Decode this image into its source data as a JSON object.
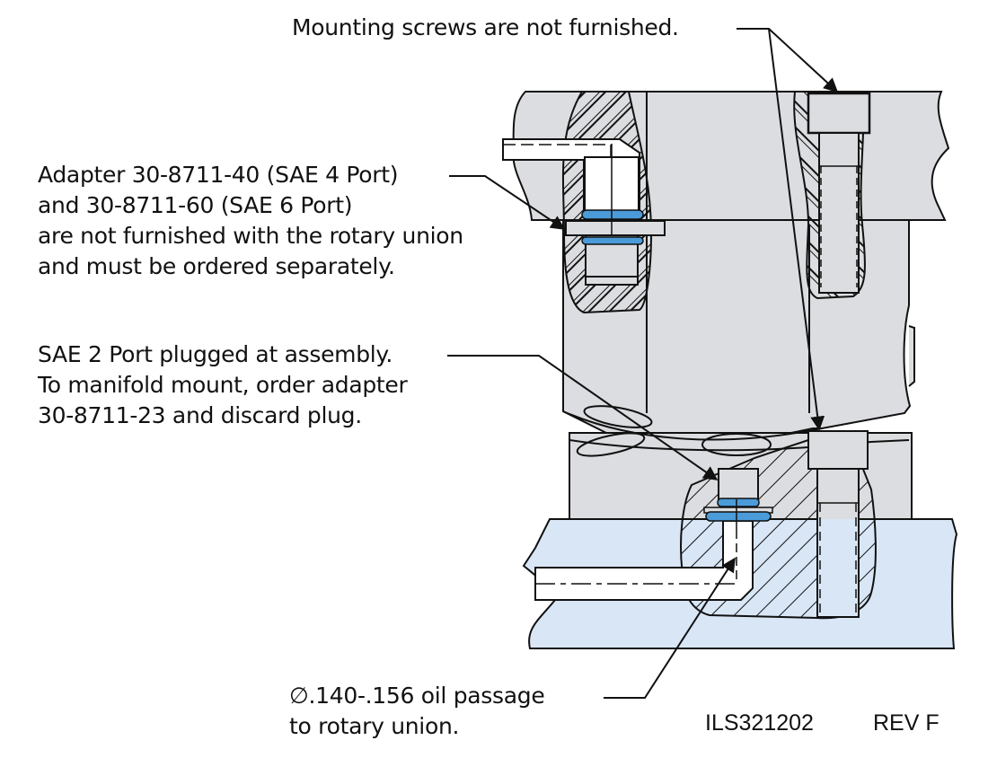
{
  "title": "Rotary union mounting detail",
  "colors": {
    "body_gray": "#dcdde0",
    "manifold_blue": "#d8e6f6",
    "oring_blue": "#4b9bd9",
    "line": "#111111",
    "passage": "#ffffff"
  },
  "callouts": {
    "mounting_screws": {
      "lines": [
        "Mounting screws are not furnished."
      ]
    },
    "adapter": {
      "lines": [
        "Adapter 30-8711-40 (SAE 4 Port)",
        "and 30-8711-60 (SAE 6 Port)",
        "are not furnished with the rotary union",
        "and must be ordered separately."
      ]
    },
    "sae2_port": {
      "lines": [
        "SAE 2 Port plugged at assembly.",
        "To manifold mount, order adapter",
        "30-8711-23 and discard plug."
      ]
    },
    "oil_passage": {
      "lines": [
        "∅.140-.156 oil passage",
        "to rotary union."
      ]
    }
  },
  "footer": {
    "drawing_number": "ILS321202",
    "revision": "REV F"
  },
  "parts": {
    "rotary_union_body": "rotary union body",
    "mounting_screw_top": "mounting screw",
    "mounting_screw_bottom": "mounting screw",
    "adapter_fitting": "adapter fitting",
    "sae2_plug": "SAE 2 port plug",
    "manifold": "manifold",
    "oil_passage": "oil passage"
  }
}
